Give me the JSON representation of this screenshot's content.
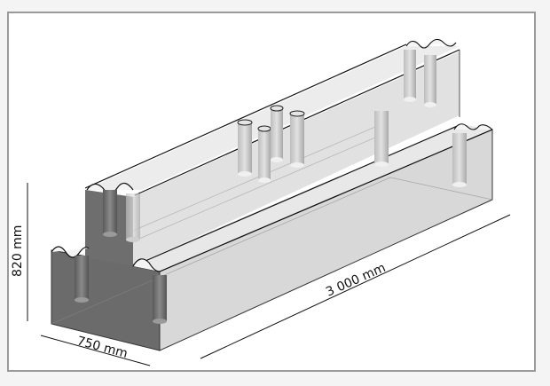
{
  "diagram": {
    "subject": "Stepped concrete block with vertical cable channels (isometric view)",
    "dimensions": {
      "height": "820 mm",
      "width": "750 mm",
      "length": "3 000 mm"
    },
    "colors": {
      "frame_border": "#9a9a9a",
      "background": "#ffffff",
      "end_face": "#6b6b6b",
      "top_face": "#e6e6e6",
      "side_face": "#d9d9d9",
      "edge_line": "#111111"
    }
  }
}
